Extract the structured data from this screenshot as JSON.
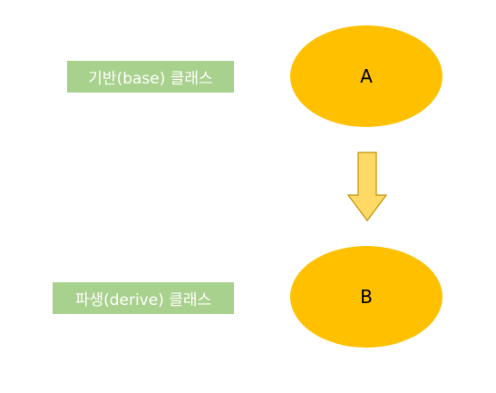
{
  "diagram": {
    "base_label": "기반(base) 클래스",
    "derive_label": "파생(derive) 클래스",
    "node_a": "A",
    "node_b": "B",
    "arrow_direction": "down",
    "colors": {
      "label_bg": "#a9d18e",
      "label_text": "#ffffff",
      "node_fill": "#ffc000",
      "arrow_fill": "#ffd966",
      "arrow_stroke": "#bf9000"
    }
  }
}
